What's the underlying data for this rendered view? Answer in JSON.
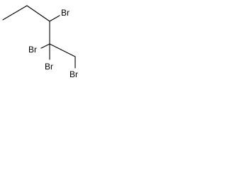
{
  "molecule": {
    "atoms": [
      {
        "id": "br1",
        "label": "Br"
      },
      {
        "id": "br2",
        "label": "Br"
      },
      {
        "id": "br3",
        "label": "Br"
      },
      {
        "id": "br4",
        "label": "Br"
      }
    ],
    "bond_color": "#000000",
    "label_color": "#000000"
  }
}
